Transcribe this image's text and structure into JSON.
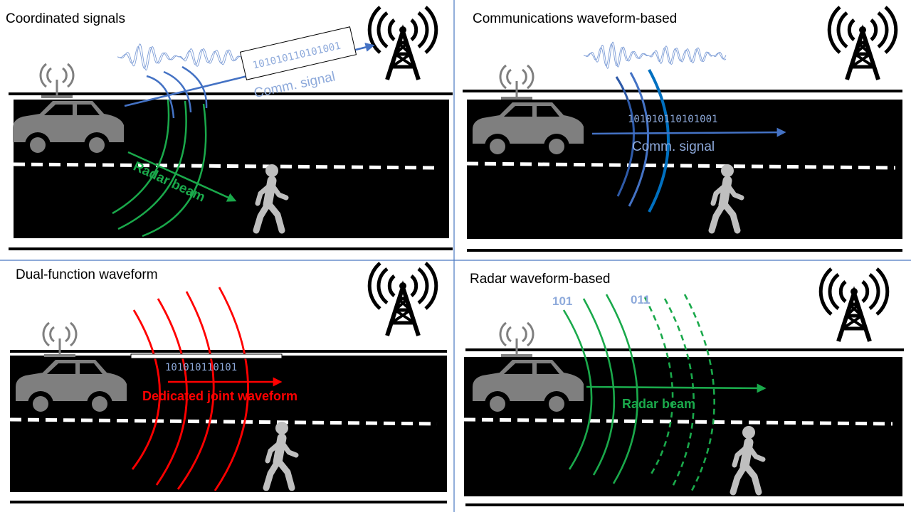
{
  "colors": {
    "road": "#000000",
    "lane_dash": "#ffffff",
    "radar_green": "#1aa94b",
    "comm_blue": "#4472c4",
    "comm_text": "#8eaadb",
    "joint_red": "#ff0000",
    "car_gray": "#7f7f7f",
    "pedestrian_gray": "#bfbfbf",
    "separator": "#4a78c2"
  },
  "panels": {
    "coordinated": {
      "title": "Coordinated signals",
      "bits": "101010110101001",
      "comm_label": "Comm. signal",
      "radar_label": "Radar beam"
    },
    "comm_based": {
      "title": "Communications waveform-based",
      "bits": "101010110101001",
      "comm_label": "Comm. signal"
    },
    "dual_function": {
      "title": "Dual-function waveform",
      "bits": "101010110101",
      "joint_label": "Dedicated joint waveform"
    },
    "radar_based": {
      "title": "Radar waveform-based",
      "bits_a": "101",
      "bits_b": "011",
      "radar_label": "Radar beam"
    }
  },
  "icons": [
    "car-icon",
    "antenna-icon",
    "cell-tower-icon",
    "pedestrian-icon",
    "waveform-icon"
  ]
}
